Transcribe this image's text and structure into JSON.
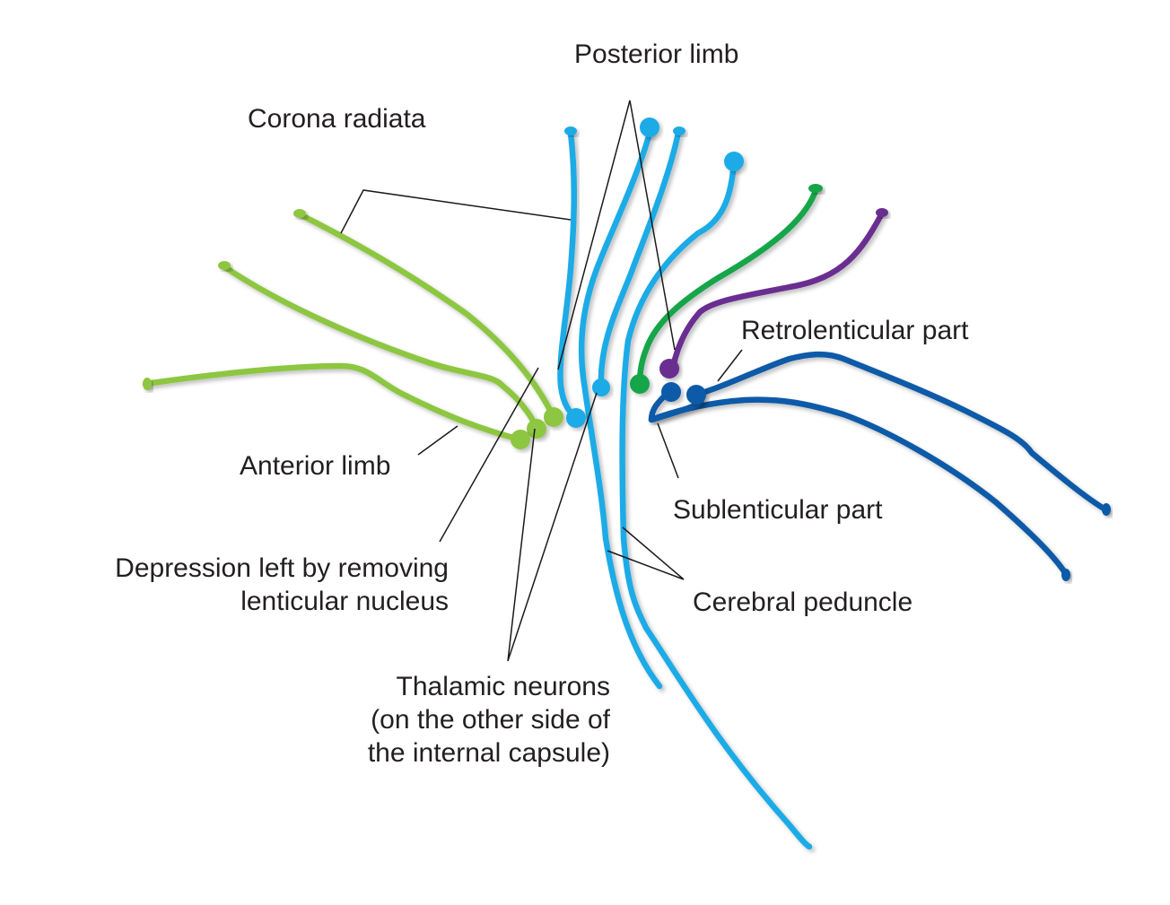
{
  "figure": {
    "title": "Internal capsule fiber tracts",
    "colors": {
      "anterior": "#8dc63f",
      "posterior": "#1aabe6",
      "green": "#12a54a",
      "purple": "#6a2d91",
      "dark_blue": "#0b5aa8",
      "leader": "#1a1a1a",
      "text": "#231f20"
    }
  },
  "labels": {
    "posterior_limb": "Posterior limb",
    "corona_radiata": "Corona radiata",
    "retrolenticular_part": "Retrolenticular part",
    "anterior_limb": "Anterior limb",
    "sublenticular_part": "Sublenticular part",
    "depression_line1": "Depression left by removing",
    "depression_line2": "lenticular nucleus",
    "cerebral_peduncle": "Cerebral peduncle",
    "thalamic_line1": "Thalamic neurons",
    "thalamic_line2": "(on the other side of",
    "thalamic_line3": "the internal capsule)"
  },
  "fiber_groups": [
    {
      "name": "anterior-limb-fibers",
      "color_key": "anterior",
      "count": 3
    },
    {
      "name": "posterior-limb-fibers",
      "color_key": "posterior",
      "count": 6
    },
    {
      "name": "green-fiber",
      "color_key": "green",
      "count": 1
    },
    {
      "name": "purple-fiber",
      "color_key": "purple",
      "count": 1
    },
    {
      "name": "sublenticular-retrolenticular-fibers",
      "color_key": "dark_blue",
      "count": 2
    }
  ]
}
